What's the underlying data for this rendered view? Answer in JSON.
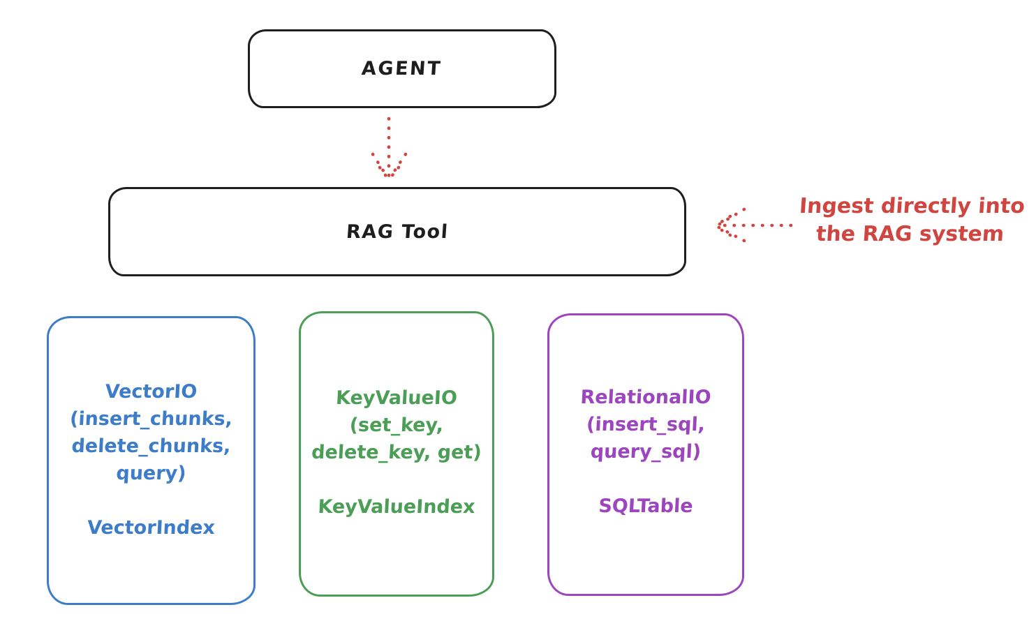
{
  "diagram": {
    "title_hint": "RAG Tool architecture sketch",
    "agent_box": {
      "label": "AGENT"
    },
    "rag_tool_box": {
      "label": "RAG Tool"
    },
    "annotation": {
      "line1": "Ingest directly into",
      "line2": "the RAG system",
      "color": "#d0453f"
    },
    "io_boxes": [
      {
        "name": "vector-io",
        "color": "#3d7cc9",
        "lines": [
          "VectorIO",
          "(insert_chunks,",
          "delete_chunks,",
          "query)"
        ],
        "index_label": "VectorIndex"
      },
      {
        "name": "keyvalue-io",
        "color": "#4b9e55",
        "lines": [
          "KeyValueIO",
          "(set_key,",
          "delete_key, get)"
        ],
        "index_label": "KeyValueIndex"
      },
      {
        "name": "relational-io",
        "color": "#9c45be",
        "lines": [
          "RelationalIO",
          "(insert_sql,",
          "query_sql)"
        ],
        "index_label": "SQLTable"
      }
    ],
    "colors": {
      "stroke_black": "#1e1e1e",
      "arrow_red": "#d0453f"
    }
  }
}
